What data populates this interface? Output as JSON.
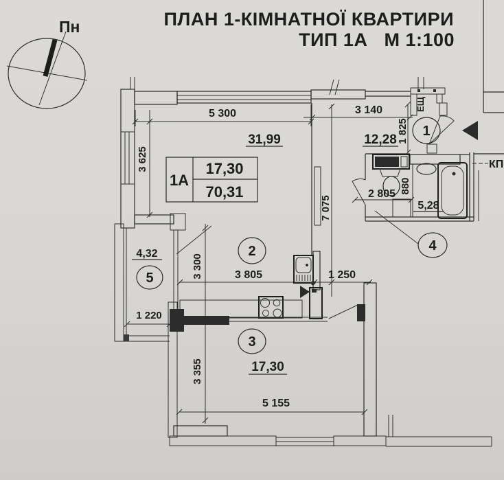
{
  "title": {
    "line1": "ПЛАН 1-КІМНАТНОЇ КВАРТИРИ",
    "line2": "ТИП 1А   М 1:100"
  },
  "compass": {
    "north": "Пн"
  },
  "apartment_table": {
    "type": "1А",
    "upper_value": "17,30",
    "lower_value": "70,31"
  },
  "rooms": [
    {
      "number": "1",
      "area": "12,28"
    },
    {
      "number": "2",
      "area": "31,99"
    },
    {
      "number": "3",
      "area": "17,30"
    },
    {
      "number": "4",
      "area": "5,28"
    },
    {
      "number": "5",
      "area": "4,32"
    }
  ],
  "dimensions": {
    "living_top": "5 300",
    "hall_top": "3 140",
    "hall_right_v": "1 825",
    "living_left_v": "3 625",
    "depth_v": "7 075",
    "kitchen_left_v": "3 300",
    "kitchen_bottom": "3 805",
    "nook_bottom": "1 250",
    "bath_bottom": "2 805",
    "bath_inner_v": "880",
    "balcony_bottom": "1 220",
    "room3_left_v": "3 355",
    "room3_bottom": "5 155"
  },
  "annotations": {
    "electro_box": "ЕЩ",
    "utility": "КП"
  },
  "colors": {
    "paper": "#d8d6d2",
    "ink": "#1e1e1e"
  }
}
